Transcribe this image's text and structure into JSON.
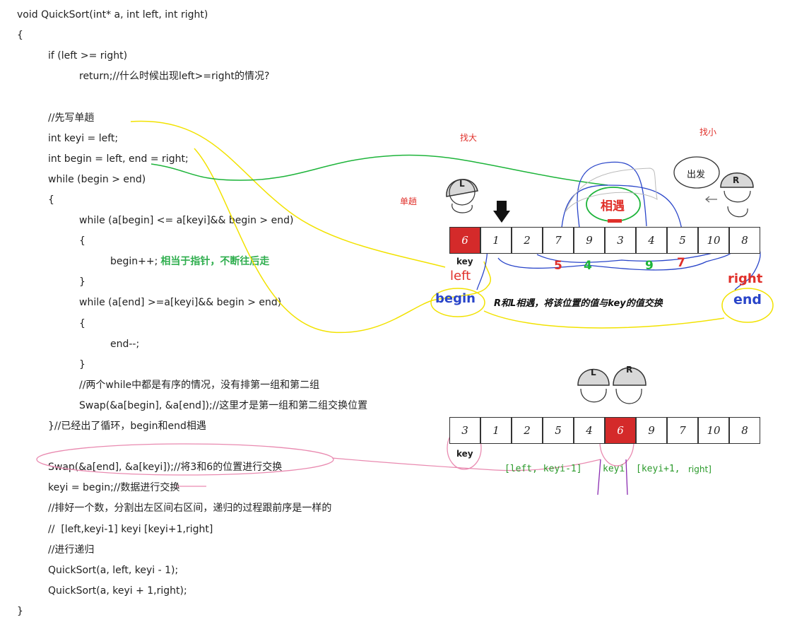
{
  "code": [
    {
      "text": "void QuickSort(int* a, int left, int right)",
      "indent": 0
    },
    {
      "text": "{",
      "indent": 0
    },
    {
      "text": "if (left >= right)",
      "indent": 1
    },
    {
      "text": "return;//什么时候出现left>=right的情况?",
      "indent": 2
    },
    {
      "text": "",
      "indent": 1
    },
    {
      "text": "//先写单趟",
      "indent": 1
    },
    {
      "text": "int keyi = left;",
      "indent": 1
    },
    {
      "text": "int begin = left, end = right;",
      "indent": 1
    },
    {
      "text": "while (begin > end)",
      "indent": 1
    },
    {
      "text": "{",
      "indent": 1
    },
    {
      "text": "while (a[begin] <= a[keyi]&& begin > end)",
      "indent": 2
    },
    {
      "text": "{",
      "indent": 2
    },
    {
      "text": "begin++;",
      "indent": 3,
      "note": "相当于指针，不断往后走"
    },
    {
      "text": "}",
      "indent": 2
    },
    {
      "text": "while (a[end] >=a[keyi]&& begin > end)",
      "indent": 2
    },
    {
      "text": "{",
      "indent": 2
    },
    {
      "text": "end--;",
      "indent": 3
    },
    {
      "text": "}",
      "indent": 2
    },
    {
      "text": "//两个while中都是有序的情况，没有排第一组和第二组",
      "indent": 2
    },
    {
      "text": "Swap(&a[begin], &a[end]);//这里才是第一组和第二组交换位置",
      "indent": 2
    },
    {
      "text": "}//已经出了循环，begin和end相遇",
      "indent": 1
    },
    {
      "text": "",
      "indent": 1
    },
    {
      "text": "Swap(&a[end], &a[keyi]);//将3和6的位置进行交换",
      "indent": 1
    },
    {
      "text": "keyi = begin;//数据进行交换",
      "indent": 1
    },
    {
      "text": "//排好一个数，分割出左区间右区间，递归的过程跟前序是一样的",
      "indent": 1
    },
    {
      "text": "//  [left,keyi-1] keyi [keyi+1,right]",
      "indent": 1
    },
    {
      "text": "//进行递归",
      "indent": 1
    },
    {
      "text": "QuickSort(a, left, keyi - 1);",
      "indent": 1
    },
    {
      "text": "QuickSort(a, keyi + 1,right);",
      "indent": 1
    },
    {
      "text": "}",
      "indent": 0
    }
  ],
  "labels": {
    "find_big": "找大",
    "find_small": "找小",
    "single_pass": "单趟",
    "meet": "相遇",
    "depart": "出发",
    "soldier_l": "L",
    "soldier_r": "R",
    "key": "key",
    "left": "left",
    "begin": "begin",
    "right": "right",
    "end": "end",
    "swap_note": "R和L相遇，将该位置的值与key的值交换",
    "key2": "key",
    "range_left": "[left, keyi-1]",
    "range_keyi": "keyi",
    "range_right": "[keyi+1,",
    "range_right_end": "right]"
  },
  "array1": [
    "6",
    "1",
    "2",
    "7",
    "9",
    "3",
    "4",
    "5",
    "10",
    "8"
  ],
  "array1_highlight": 0,
  "swap_values": [
    "5",
    "4",
    "9",
    "7"
  ],
  "array2": [
    "3",
    "1",
    "2",
    "5",
    "4",
    "6",
    "9",
    "7",
    "10",
    "8"
  ],
  "array2_highlight": 5,
  "colors": {
    "yellow": "#f2e200",
    "green": "#1db43a",
    "blue": "#2945c9",
    "pink": "#e98ab0",
    "red": "#e0302a",
    "purple": "#8a2bb0"
  }
}
